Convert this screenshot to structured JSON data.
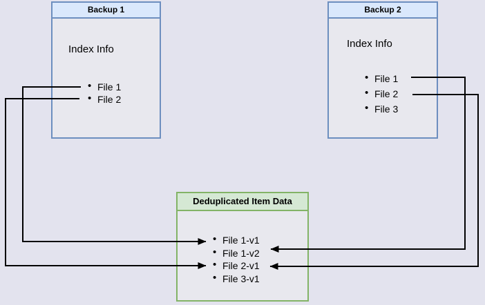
{
  "boxes": {
    "backup1": {
      "title": "Backup 1",
      "subtitle": "Index Info",
      "items": [
        "File 1",
        "File 2"
      ]
    },
    "backup2": {
      "title": "Backup 2",
      "subtitle": "Index Info",
      "items": [
        "File 1",
        "File 2",
        "File 3"
      ]
    },
    "dedup": {
      "title": "Deduplicated Item Data",
      "items": [
        "File 1-v1",
        "File 1-v2",
        "File 2-v1",
        "File 3-v1"
      ]
    }
  },
  "connections": [
    {
      "from": "Backup 1 / File 1",
      "to": "Deduplicated Item Data / File 1-v1"
    },
    {
      "from": "Backup 1 / File 2",
      "to": "Deduplicated Item Data / File 2-v1"
    },
    {
      "from": "Backup 2 / File 1",
      "to": "Deduplicated Item Data / File 1-v2"
    },
    {
      "from": "Backup 2 / File 2",
      "to": "Deduplicated Item Data / File 2-v1"
    }
  ],
  "colors": {
    "background": "#e3e3ee",
    "box_fill": "#e8e8ee",
    "blue_border": "#6c8ebf",
    "blue_header_fill": "#dae8fc",
    "green_border": "#82b366",
    "green_header_fill": "#d5e8d4",
    "arrow": "#000000",
    "text": "#000000"
  }
}
